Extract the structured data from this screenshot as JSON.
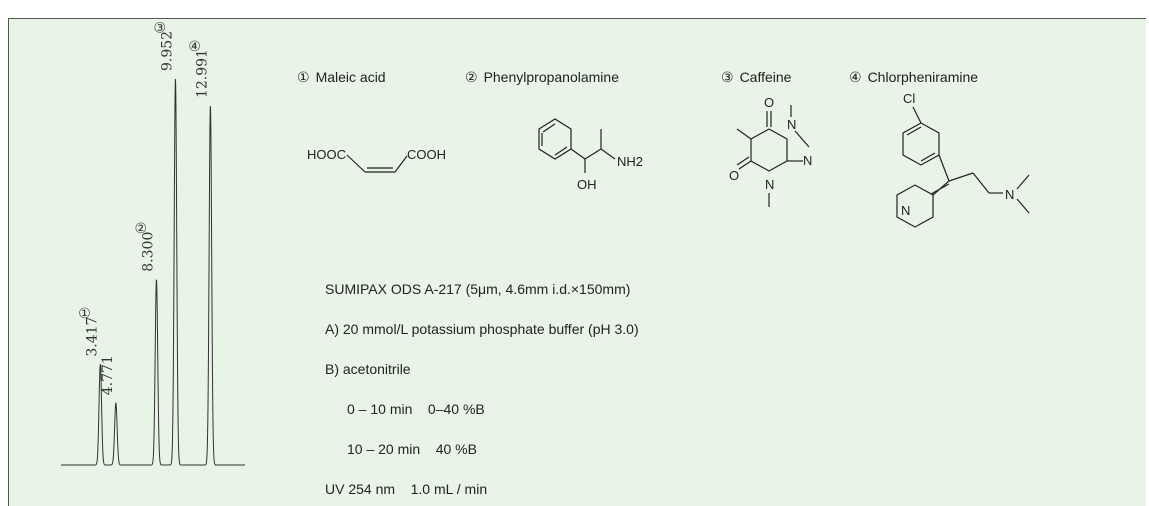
{
  "colors": {
    "panel_bg": "#e8f4e6",
    "trace": "#333333"
  },
  "compounds": [
    {
      "num": "①",
      "name": "Maleic acid"
    },
    {
      "num": "②",
      "name": "Phenylpropanolamine"
    },
    {
      "num": "③",
      "name": "Caffeine"
    },
    {
      "num": "④",
      "name": "Chlorpheniramine"
    }
  ],
  "structure_text": {
    "maleic_left": "HOOC",
    "maleic_right": "COOH",
    "ppa_nh2": "NH2",
    "ppa_oh": "OH",
    "caf_o1": "O",
    "caf_o2": "O",
    "caf_n1": "N",
    "caf_n2": "N",
    "caf_n3": "N",
    "chl_cl": "Cl",
    "chl_n_ring": "N",
    "chl_n_amine": "N"
  },
  "conditions": {
    "column": "SUMIPAX ODS A-217 (5μm, 4.6mm i.d.×150mm)",
    "mobile_a": "A) 20 mmol/L potassium phosphate buffer (pH 3.0)",
    "mobile_b": "B) acetonitrile",
    "gradient_1": "0 – 10 min    0–40 %B",
    "gradient_2": "10 – 20 min    40 %B",
    "detection": "UV 254 nm    1.0 mL / min"
  },
  "chart_data": {
    "type": "line",
    "title": "",
    "xlabel": "",
    "ylabel": "",
    "xlim": [
      0,
      16
    ],
    "ylim": [
      0,
      100
    ],
    "grid": false,
    "peaks": [
      {
        "label": "①",
        "retention_time": "3.417",
        "rt": 3.417,
        "height": 26
      },
      {
        "label": "",
        "retention_time": "4.771",
        "rt": 4.771,
        "height": 16
      },
      {
        "label": "②",
        "retention_time": "8.300",
        "rt": 8.3,
        "height": 48
      },
      {
        "label": "③",
        "retention_time": "9.952",
        "rt": 9.952,
        "height": 100
      },
      {
        "label": "④",
        "retention_time": "12.991",
        "rt": 12.991,
        "height": 93
      }
    ]
  }
}
